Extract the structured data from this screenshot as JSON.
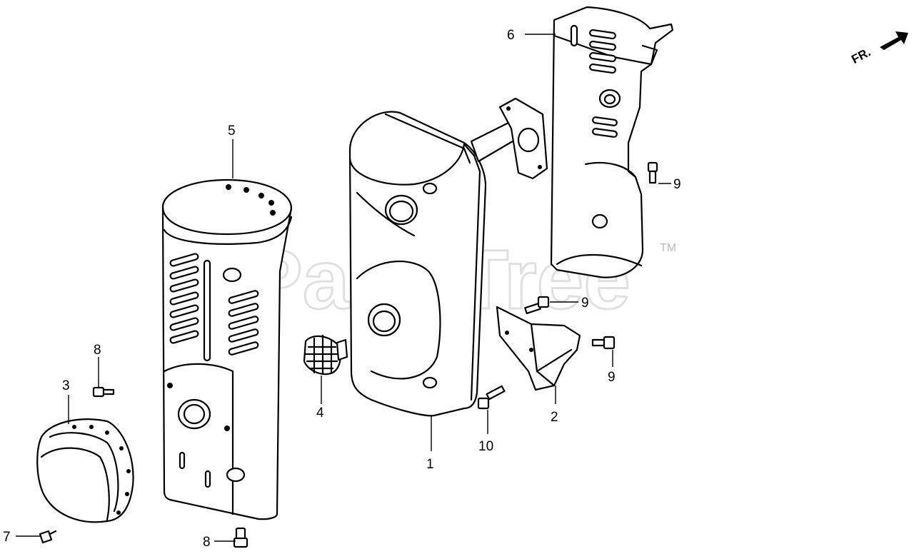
{
  "watermark": {
    "text": "PartsTree",
    "trademark": "TM"
  },
  "direction_arrow": {
    "label": "FR."
  },
  "callouts": [
    {
      "id": "c1",
      "label": "1"
    },
    {
      "id": "c2",
      "label": "2"
    },
    {
      "id": "c3",
      "label": "3"
    },
    {
      "id": "c4",
      "label": "4"
    },
    {
      "id": "c5",
      "label": "5"
    },
    {
      "id": "c6",
      "label": "6"
    },
    {
      "id": "c7",
      "label": "7"
    },
    {
      "id": "c8a",
      "label": "8"
    },
    {
      "id": "c8b",
      "label": "8"
    },
    {
      "id": "c9a",
      "label": "9"
    },
    {
      "id": "c9b",
      "label": "9"
    },
    {
      "id": "c9c",
      "label": "9"
    },
    {
      "id": "c10",
      "label": "10"
    }
  ]
}
